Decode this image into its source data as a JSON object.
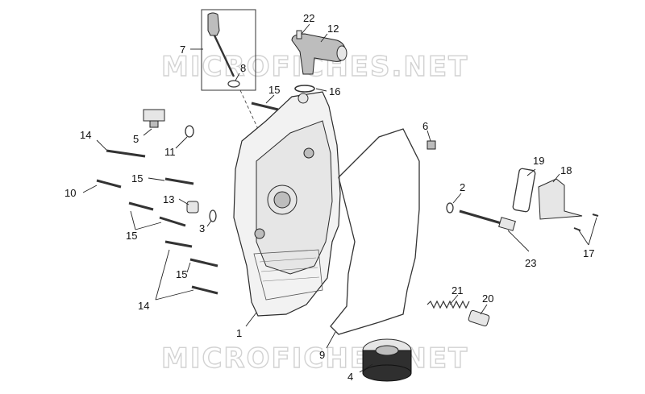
{
  "watermark": "MICROFICHES.NET",
  "callouts": [
    {
      "id": "c1",
      "text": "1"
    },
    {
      "id": "c2",
      "text": "2"
    },
    {
      "id": "c3",
      "text": "3"
    },
    {
      "id": "c4",
      "text": "4"
    },
    {
      "id": "c5",
      "text": "5"
    },
    {
      "id": "c6",
      "text": "6"
    },
    {
      "id": "c7",
      "text": "7"
    },
    {
      "id": "c8",
      "text": "8"
    },
    {
      "id": "c9",
      "text": "9"
    },
    {
      "id": "c10",
      "text": "10"
    },
    {
      "id": "c11",
      "text": "11"
    },
    {
      "id": "c12",
      "text": "12"
    },
    {
      "id": "c13",
      "text": "13"
    },
    {
      "id": "c14a",
      "text": "14"
    },
    {
      "id": "c14b",
      "text": "14"
    },
    {
      "id": "c15a",
      "text": "15"
    },
    {
      "id": "c15b",
      "text": "15"
    },
    {
      "id": "c15c",
      "text": "15"
    },
    {
      "id": "c15d",
      "text": "15"
    },
    {
      "id": "c16",
      "text": "16"
    },
    {
      "id": "c17",
      "text": "17"
    },
    {
      "id": "c18",
      "text": "18"
    },
    {
      "id": "c19",
      "text": "19"
    },
    {
      "id": "c20",
      "text": "20"
    },
    {
      "id": "c21",
      "text": "21"
    },
    {
      "id": "c22",
      "text": "22"
    },
    {
      "id": "c23",
      "text": "23"
    }
  ]
}
